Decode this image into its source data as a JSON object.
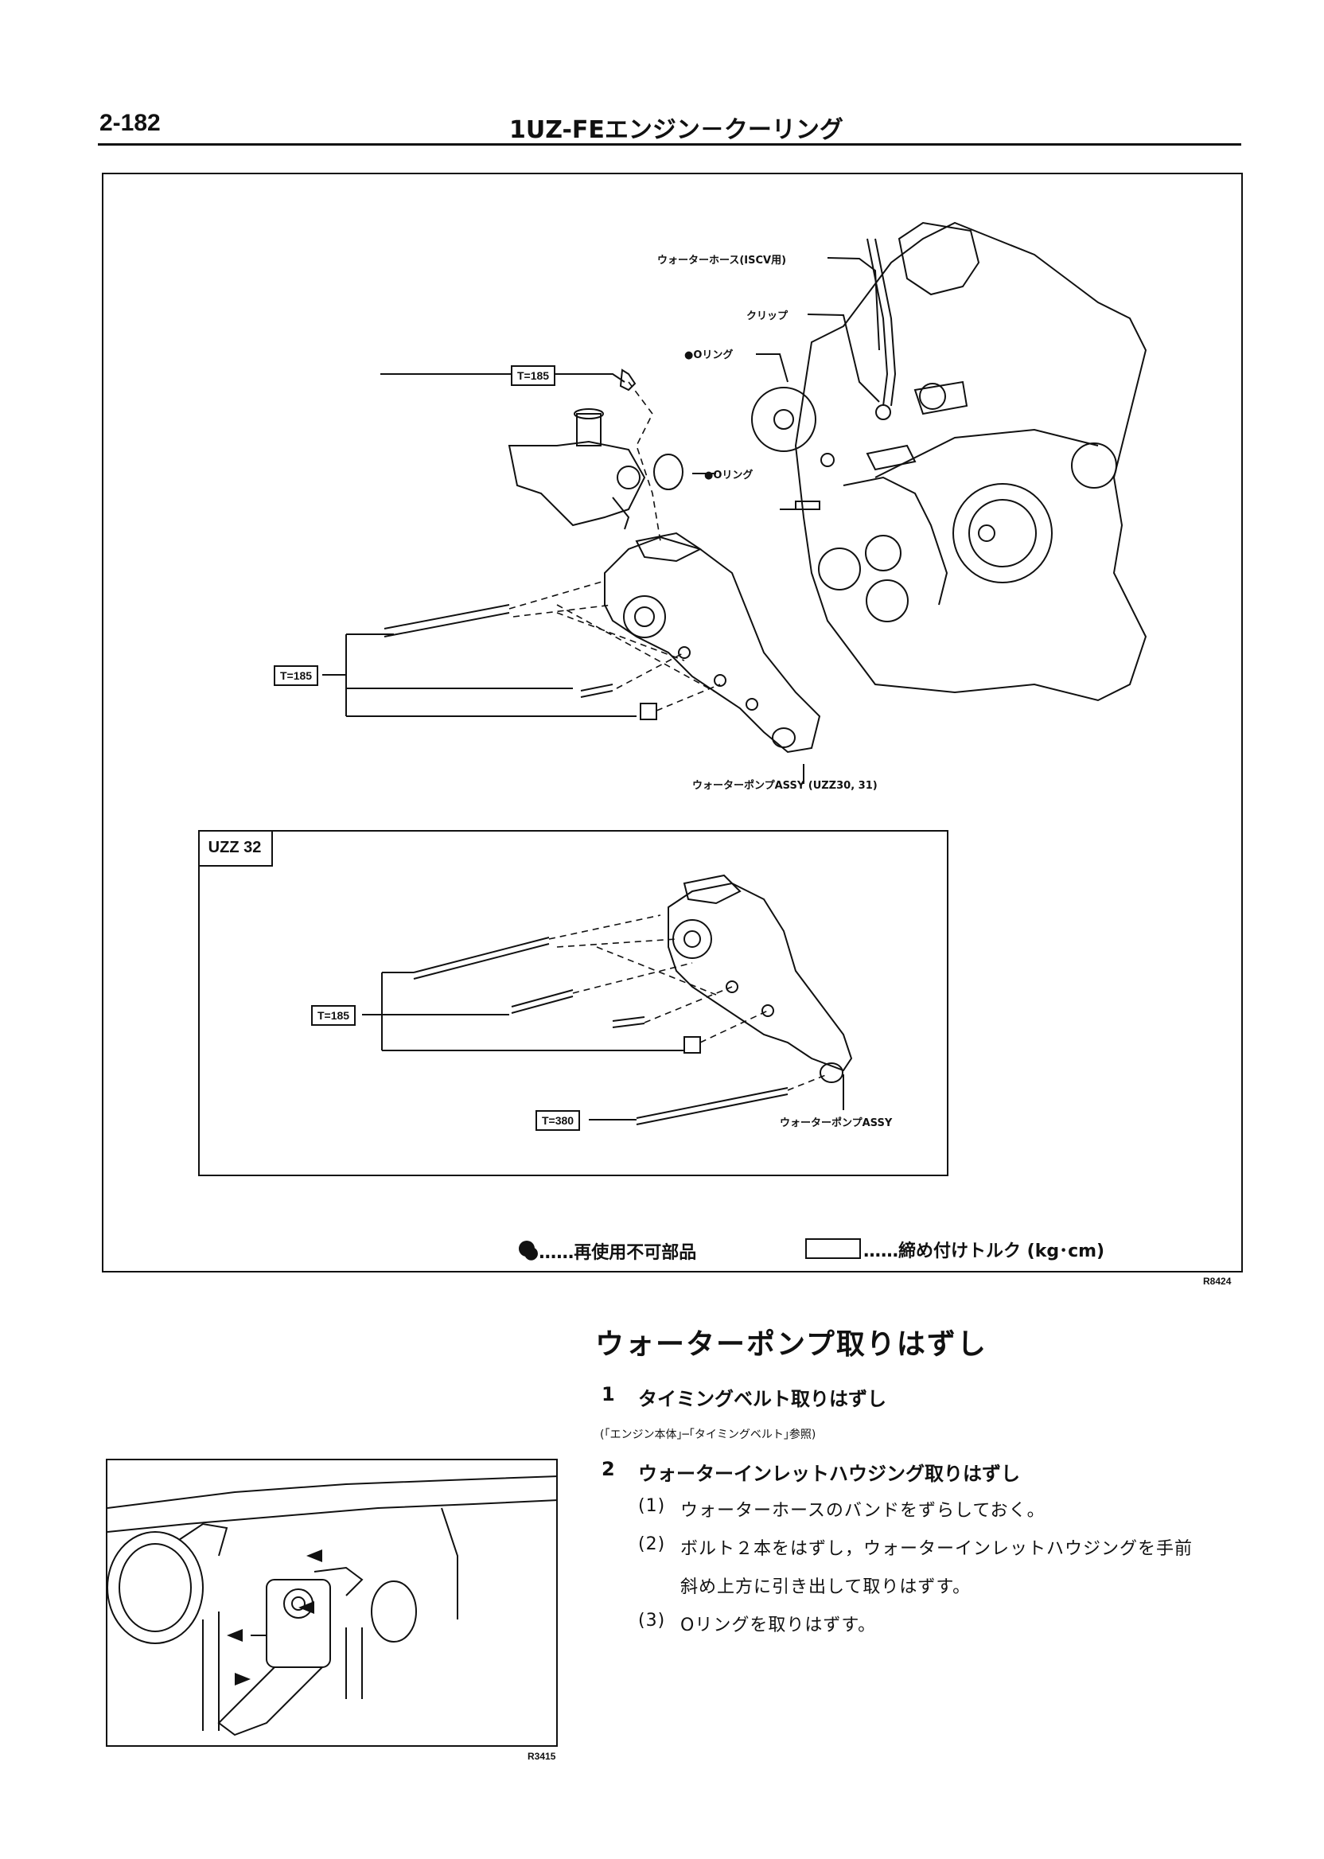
{
  "header": {
    "page_number": "2-182",
    "title": "1UZ-FEエンジン－クーリング"
  },
  "main_figure": {
    "labels": {
      "water_hose": "ウォーターホース(ISCV用)",
      "clip": "クリップ",
      "o_ring_top": "●Oリング",
      "o_ring_mid": "●Oリング",
      "pump_assy": "ウォーターポンプASSY (UZZ30, 31)"
    },
    "torque": {
      "t1": "T=185",
      "t2": "T=185"
    },
    "code": "R8424"
  },
  "sub_figure": {
    "model": "UZZ 32",
    "torque": {
      "t1": "T=185",
      "t2": "T=380"
    },
    "pump_label": "ウォーターポンプASSY"
  },
  "legend": {
    "non_reusable": "●……再使用不可部品",
    "torque": "……締め付けトルク (kg･cm)"
  },
  "section": {
    "title": "ウォーターポンプ取りはずし",
    "steps": [
      {
        "num": "1",
        "text": "タイミングベルト取りはずし"
      },
      {
        "num": "2",
        "text": "ウォーターインレットハウジング取りはずし"
      }
    ],
    "note": "(｢エンジン本体｣─｢タイミングベルト｣参照)",
    "substeps": [
      {
        "num": "(1)",
        "text": "ウォーターホースのバンドをずらしておく。"
      },
      {
        "num": "(2)",
        "text": "ボルト２本をはずし，ウォーターインレットハウジングを手前"
      },
      {
        "num": "",
        "text": "斜め上方に引き出して取りはずす。"
      },
      {
        "num": "(3)",
        "text": "Oリングを取りはずす。"
      }
    ]
  },
  "photo": {
    "code": "R3415"
  }
}
